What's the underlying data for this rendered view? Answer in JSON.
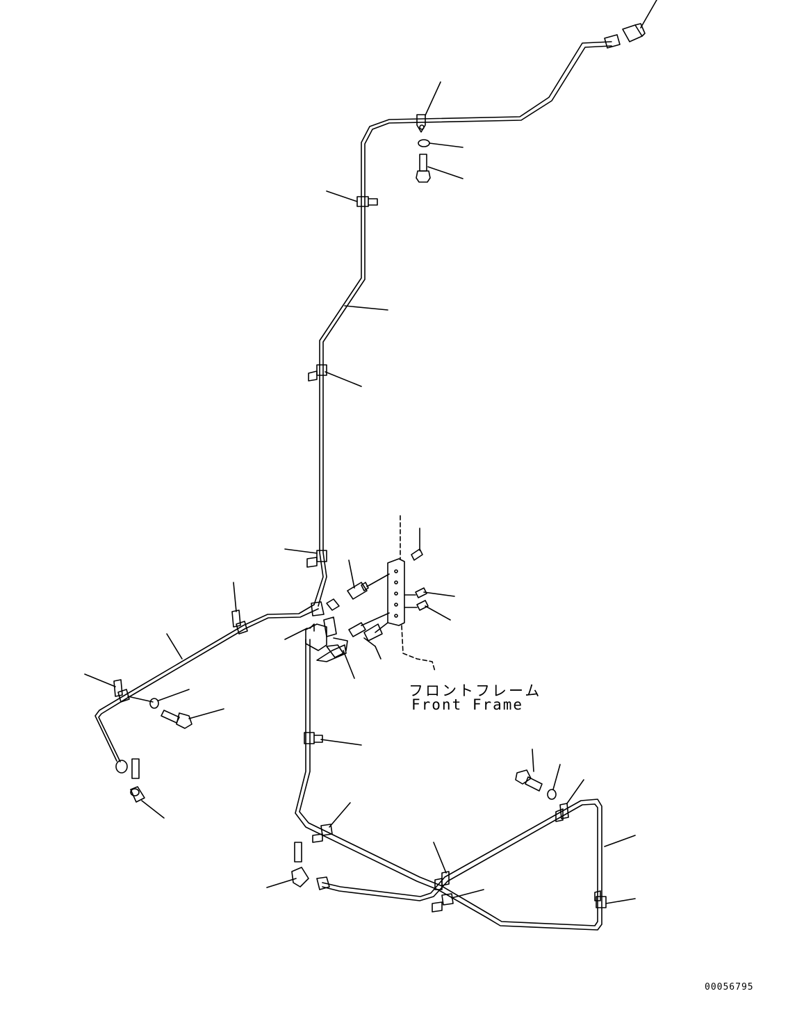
{
  "diagram": {
    "callout_jp": "フロントフレーム",
    "callout_en": "Front Frame",
    "drawing_number": "00056795"
  },
  "colors": {
    "line": "#000000",
    "background": "#ffffff"
  }
}
